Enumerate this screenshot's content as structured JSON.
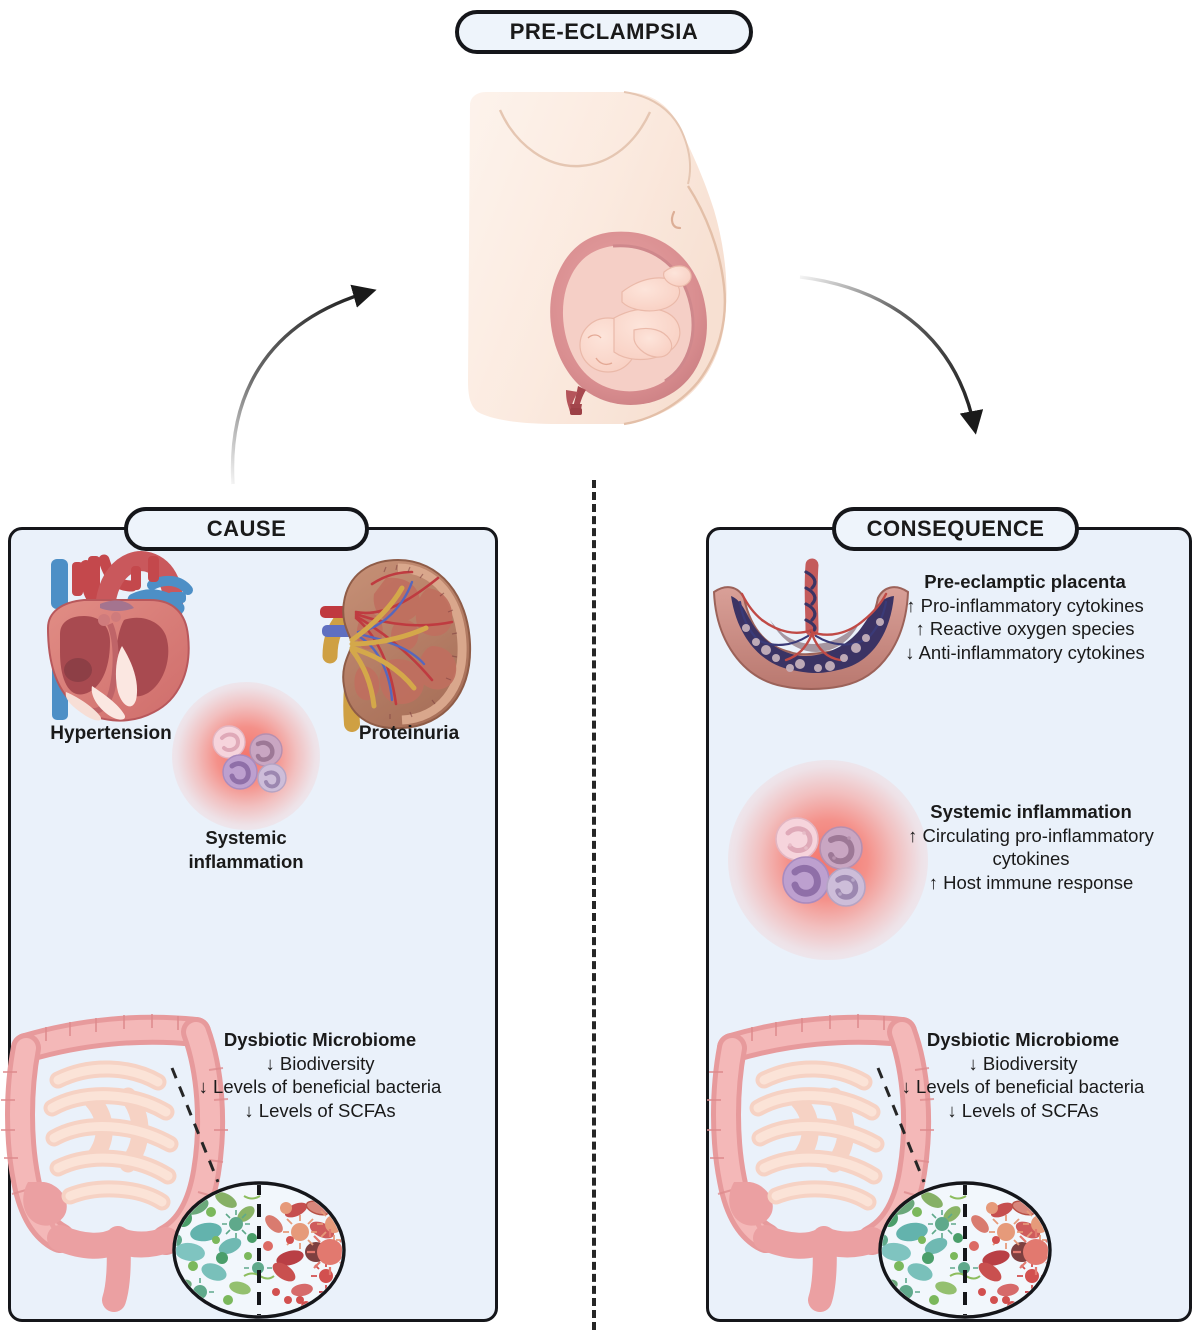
{
  "title": {
    "label": "PRE-ECLAMPSIA"
  },
  "panels": {
    "cause": {
      "label": "CAUSE",
      "hypertension_label": "Hypertension",
      "proteinuria_label": "Proteinuria",
      "systemic_inflammation": {
        "line1": "Systemic",
        "line2": "inflammation"
      },
      "microbiome": {
        "title": "Dysbiotic Microbiome",
        "lines": [
          "↓ Biodiversity",
          "↓ Levels of beneficial bacteria",
          "↓ Levels of SCFAs"
        ]
      }
    },
    "consequence": {
      "label": "CONSEQUENCE",
      "placenta": {
        "title": "Pre-eclamptic placenta",
        "lines": [
          "↑ Pro-inflammatory cytokines",
          "↑ Reactive oxygen species",
          "↓ Anti-inflammatory cytokines"
        ]
      },
      "inflammation": {
        "title": "Systemic inflammation",
        "lines": [
          "↑ Circulating pro-inflammatory",
          "cytokines",
          "↑ Host immune response"
        ]
      },
      "microbiome": {
        "title": "Dysbiotic Microbiome",
        "lines": [
          "↓ Biodiversity",
          "↓ Levels of beneficial bacteria",
          "↓ Levels of SCFAs"
        ]
      }
    }
  },
  "illustrations": {
    "pregnant_woman": "pregnant-woman-with-fetus",
    "heart": "heart-anatomy",
    "kidney": "kidney-anatomy",
    "placenta": "placenta-cross-section",
    "intestine_cause": "large-intestine",
    "intestine_consequence": "large-intestine",
    "immune_cells_cause": "immune-cell-cluster",
    "immune_cells_consequence": "immune-cell-cluster",
    "microbiota_circle_cause": "gut-microbiota-comparison-circle",
    "microbiota_circle_consequence": "gut-microbiota-comparison-circle"
  },
  "arrows": {
    "to_cause": "curved-arrow-left",
    "to_consequence": "curved-arrow-right",
    "cause_left_loop": "curved-arrow-up-left",
    "cause_right_loop": "curved-arrow-up-right",
    "cause_center": "straight-arrow-up",
    "consequence_top": "straight-arrow-down",
    "consequence_bottom": "straight-arrow-down"
  },
  "colors": {
    "panel_bg": "#eaf1fa",
    "pill_bg": "#eef4fb",
    "outline": "#15161a",
    "inflammation": "#f46e64",
    "heart_red": "#c9555a",
    "heart_blue": "#4a8fc4",
    "kidney_brown": "#b07a62",
    "intestine_pink": "#f0a6a6",
    "placenta_purple": "#3e3560"
  }
}
